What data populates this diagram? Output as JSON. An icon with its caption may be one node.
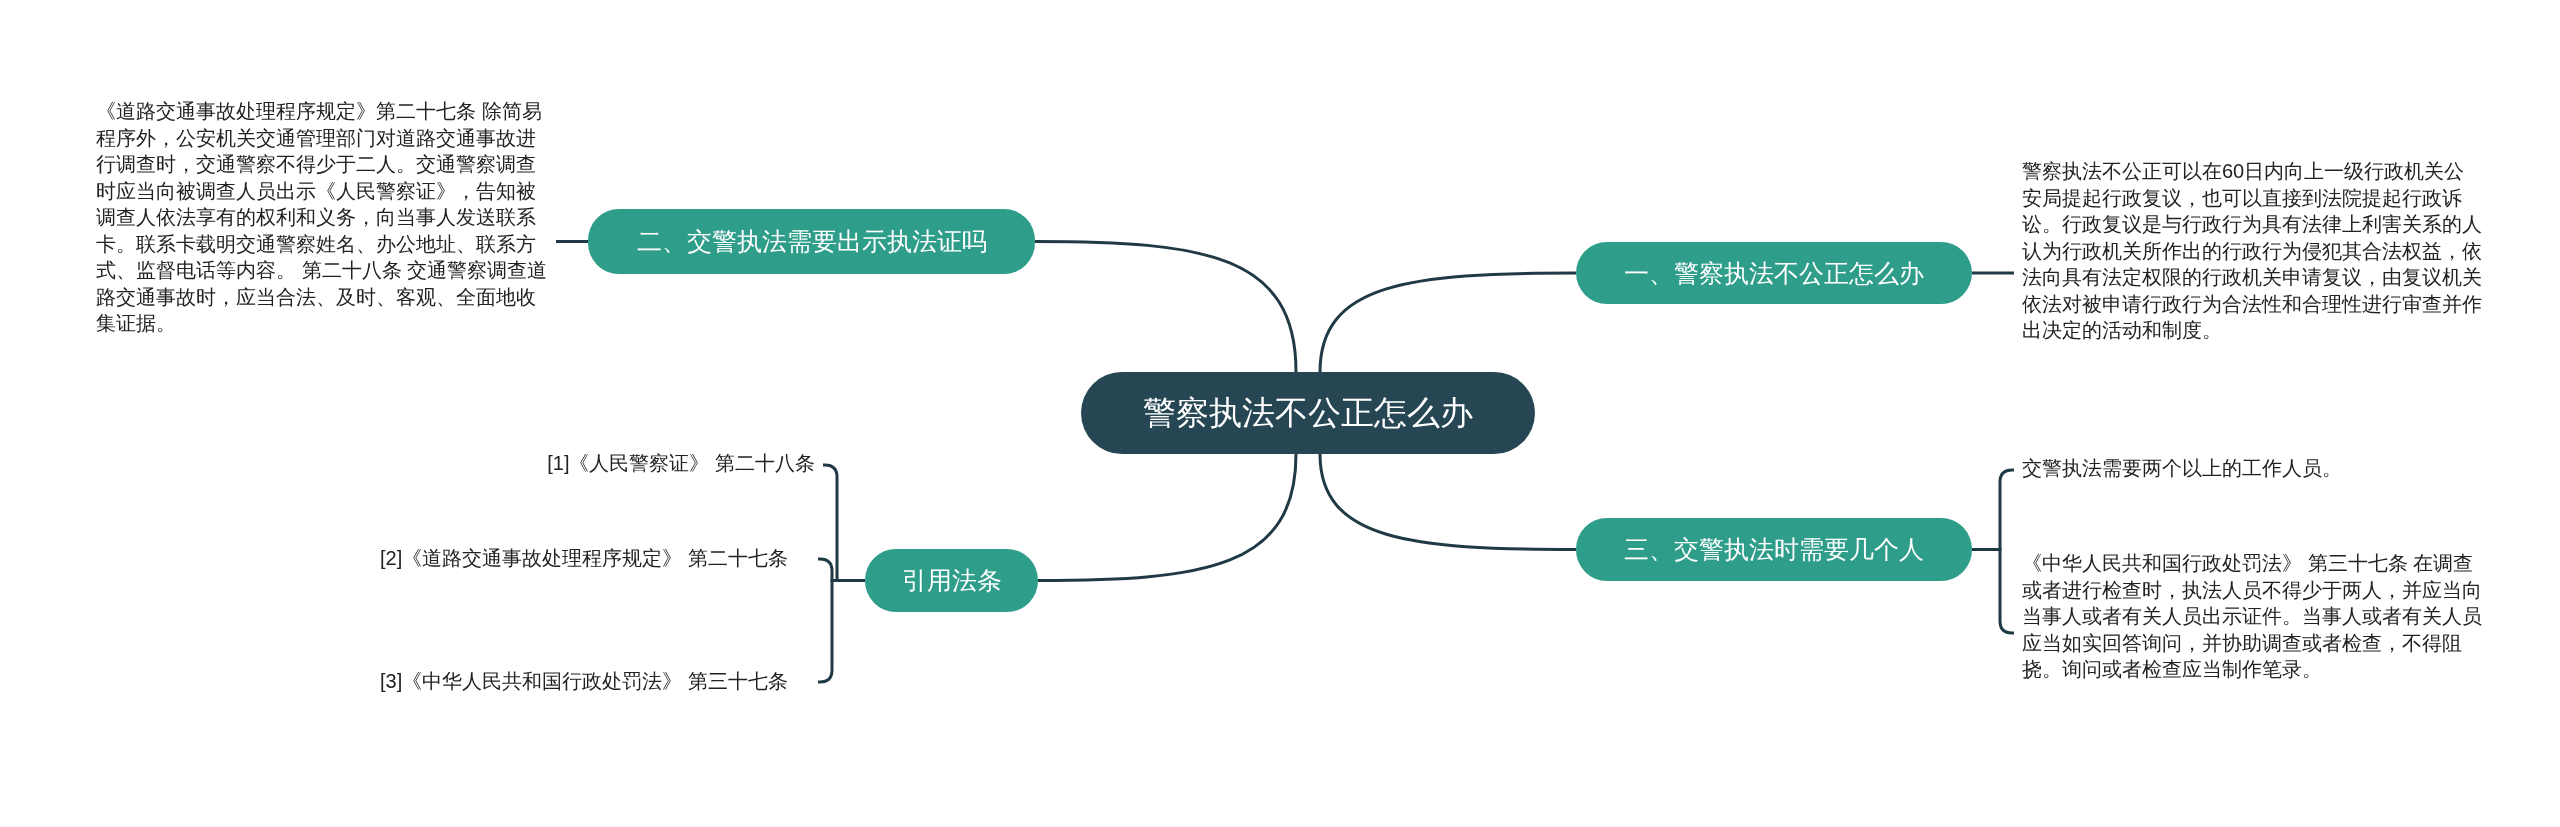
{
  "diagram": {
    "nodes": [
      {
        "text": [
          "警察执法不公正怎么办"
        ]
      },
      {
        "text": [
          "一、警察执法不公正怎么办"
        ]
      },
      {
        "text": [
          "警察执法不公正可以在60日内向上一级行政机关公安局提起行政复议，也可以直接到法院提起行政诉讼。行政复议是与行政行为具有法律上利害关系的人认为行政机关所作出的行政行为侵犯其合法权益，依法向具有法定权限的行政机关申请复议，由复议机关依法对被申请行政行为合法性和合理性进行审查并作出决定的活动和制度。"
        ]
      },
      {
        "text": [
          "二、交警执法需要出示执法证吗"
        ]
      },
      {
        "text": [
          "《道路交通事故处理程序规定》第二十七条 除简易程序外，公安机关交通管理部门对道路交通事故进行调查时，交通警察不得少于二人。交通警察调查时应当向被调查人员出示《人民警察证》，告知被调查人依法享有的权利和义务，向当事人发送联系卡。联系卡载明交通警察姓名、办公地址、联系方式、监督电话等内容。 第二十八条 交通警察调查道路交通事故时，应当合法、及时、客观、全面地收集证据。"
        ]
      },
      {
        "text": [
          "三、交警执法时需要几个人"
        ]
      },
      {
        "text": [
          "交警执法需要两个以上的工作人员。"
        ]
      },
      {
        "text": [
          "《中华人民共和国行政处罚法》 第三十七条 在调查或者进行检查时，执法人员不得少于两人，并应当向当事人或者有关人员出示证件。当事人或者有关人员应当如实回答询问，并协助调查或者检查，不得阻挠。询问或者检查应当制作笔录。"
        ]
      },
      {
        "text": [
          "引用法条"
        ]
      },
      {
        "text": [
          "[1]《人民警察证》 第二十八条"
        ]
      },
      {
        "text": [
          "[2]《道路交通事故处理程序规定》 第二十七条"
        ]
      },
      {
        "text": [
          "[3]《中华人民共和国行政处罚法》 第三十七条"
        ]
      }
    ],
    "edges": [
      {
        "from": 0,
        "to": 1,
        "arrow": "none"
      },
      {
        "from": 1,
        "to": 2,
        "arrow": "none"
      },
      {
        "from": 0,
        "to": 3,
        "arrow": "none"
      },
      {
        "from": 3,
        "to": 4,
        "arrow": "none"
      },
      {
        "from": 0,
        "to": 5,
        "arrow": "none"
      },
      {
        "from": 5,
        "to": 6,
        "arrow": "none"
      },
      {
        "from": 5,
        "to": 7,
        "arrow": "none"
      },
      {
        "from": 0,
        "to": 8,
        "arrow": "none"
      },
      {
        "from": 8,
        "to": 9,
        "arrow": "none"
      },
      {
        "from": 8,
        "to": 10,
        "arrow": "none"
      },
      {
        "from": 8,
        "to": 11,
        "arrow": "none"
      }
    ]
  }
}
